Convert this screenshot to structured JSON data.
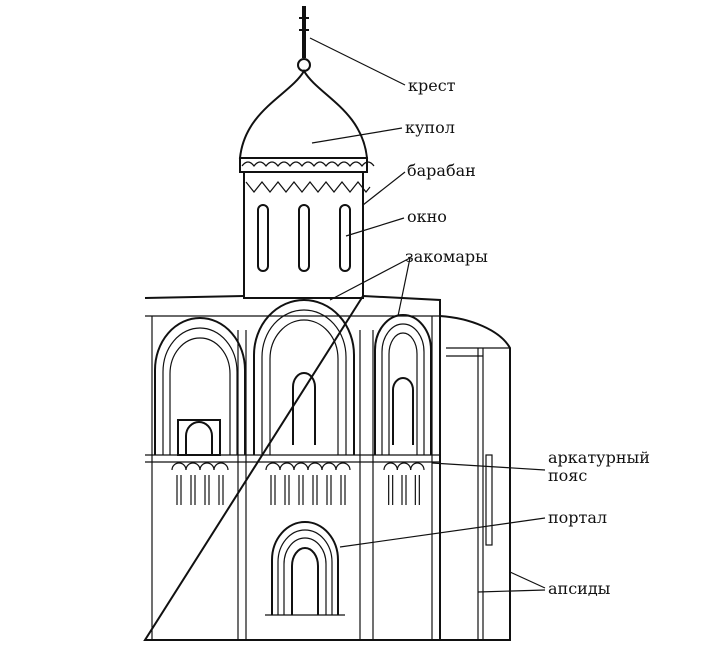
{
  "labels": {
    "cross": "крест",
    "dome": "купол",
    "drum": "барабан",
    "window": "окно",
    "zakomary": "закомары",
    "arcature_line1": "аркатурный",
    "arcature_line2": "пояс",
    "portal": "портал",
    "apses": "апсиды"
  }
}
